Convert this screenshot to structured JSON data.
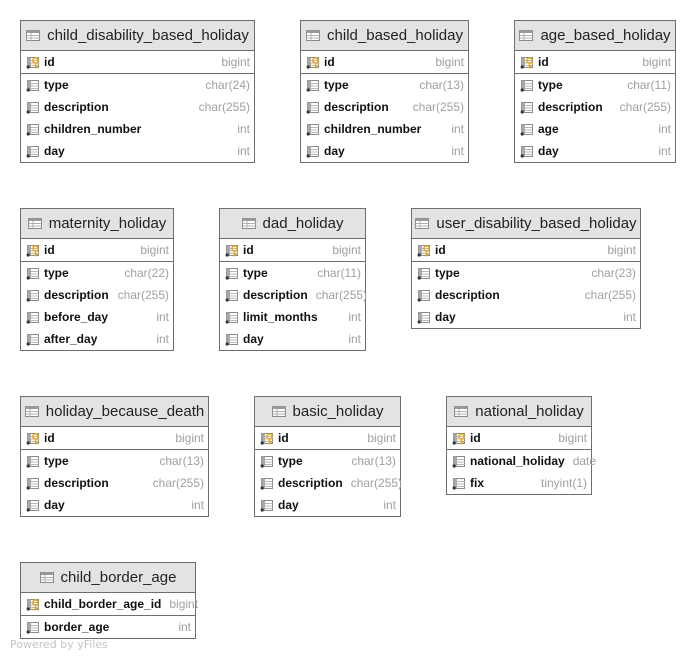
{
  "watermark": "Powered by yFiles",
  "colors": {
    "header_bg": "#e3e3e3",
    "border": "#6e6e6e",
    "type_text": "#a0a0a0",
    "key_icon": "#e8a820"
  },
  "tables": [
    {
      "name": "child_disability_based_holiday",
      "columns": [
        {
          "name": "id",
          "type": "bigint",
          "icon": "primary-key-icon"
        },
        {
          "name": "type",
          "type": "char(24)",
          "icon": "column-icon"
        },
        {
          "name": "description",
          "type": "char(255)",
          "icon": "column-icon"
        },
        {
          "name": "children_number",
          "type": "int",
          "icon": "column-icon"
        },
        {
          "name": "day",
          "type": "int",
          "icon": "column-icon"
        }
      ]
    },
    {
      "name": "child_based_holiday",
      "columns": [
        {
          "name": "id",
          "type": "bigint",
          "icon": "primary-key-icon"
        },
        {
          "name": "type",
          "type": "char(13)",
          "icon": "column-icon"
        },
        {
          "name": "description",
          "type": "char(255)",
          "icon": "column-icon"
        },
        {
          "name": "children_number",
          "type": "int",
          "icon": "column-icon"
        },
        {
          "name": "day",
          "type": "int",
          "icon": "column-icon"
        }
      ]
    },
    {
      "name": "age_based_holiday",
      "columns": [
        {
          "name": "id",
          "type": "bigint",
          "icon": "primary-key-icon"
        },
        {
          "name": "type",
          "type": "char(11)",
          "icon": "column-icon"
        },
        {
          "name": "description",
          "type": "char(255)",
          "icon": "column-icon"
        },
        {
          "name": "age",
          "type": "int",
          "icon": "column-icon"
        },
        {
          "name": "day",
          "type": "int",
          "icon": "column-icon"
        }
      ]
    },
    {
      "name": "maternity_holiday",
      "columns": [
        {
          "name": "id",
          "type": "bigint",
          "icon": "primary-key-icon"
        },
        {
          "name": "type",
          "type": "char(22)",
          "icon": "column-icon"
        },
        {
          "name": "description",
          "type": "char(255)",
          "icon": "column-icon"
        },
        {
          "name": "before_day",
          "type": "int",
          "icon": "column-icon"
        },
        {
          "name": "after_day",
          "type": "int",
          "icon": "column-icon"
        }
      ]
    },
    {
      "name": "dad_holiday",
      "columns": [
        {
          "name": "id",
          "type": "bigint",
          "icon": "primary-key-icon"
        },
        {
          "name": "type",
          "type": "char(11)",
          "icon": "column-icon"
        },
        {
          "name": "description",
          "type": "char(255)",
          "icon": "column-icon"
        },
        {
          "name": "limit_months",
          "type": "int",
          "icon": "column-icon"
        },
        {
          "name": "day",
          "type": "int",
          "icon": "column-icon"
        }
      ]
    },
    {
      "name": "user_disability_based_holiday",
      "columns": [
        {
          "name": "id",
          "type": "bigint",
          "icon": "primary-key-icon"
        },
        {
          "name": "type",
          "type": "char(23)",
          "icon": "column-icon"
        },
        {
          "name": "description",
          "type": "char(255)",
          "icon": "column-icon"
        },
        {
          "name": "day",
          "type": "int",
          "icon": "column-icon"
        }
      ]
    },
    {
      "name": "holiday_because_death",
      "columns": [
        {
          "name": "id",
          "type": "bigint",
          "icon": "primary-key-icon"
        },
        {
          "name": "type",
          "type": "char(13)",
          "icon": "column-icon"
        },
        {
          "name": "description",
          "type": "char(255)",
          "icon": "column-icon"
        },
        {
          "name": "day",
          "type": "int",
          "icon": "column-icon"
        }
      ]
    },
    {
      "name": "basic_holiday",
      "columns": [
        {
          "name": "id",
          "type": "bigint",
          "icon": "primary-key-icon"
        },
        {
          "name": "type",
          "type": "char(13)",
          "icon": "column-icon"
        },
        {
          "name": "description",
          "type": "char(255)",
          "icon": "column-icon"
        },
        {
          "name": "day",
          "type": "int",
          "icon": "column-icon"
        }
      ]
    },
    {
      "name": "national_holiday",
      "columns": [
        {
          "name": "id",
          "type": "bigint",
          "icon": "primary-key-icon"
        },
        {
          "name": "national_holiday",
          "type": "date",
          "icon": "column-icon"
        },
        {
          "name": "fix",
          "type": "tinyint(1)",
          "icon": "column-icon"
        }
      ]
    },
    {
      "name": "child_border_age",
      "columns": [
        {
          "name": "child_border_age_id",
          "type": "bigint",
          "icon": "primary-key-icon"
        },
        {
          "name": "border_age",
          "type": "int",
          "icon": "column-icon"
        }
      ]
    }
  ]
}
